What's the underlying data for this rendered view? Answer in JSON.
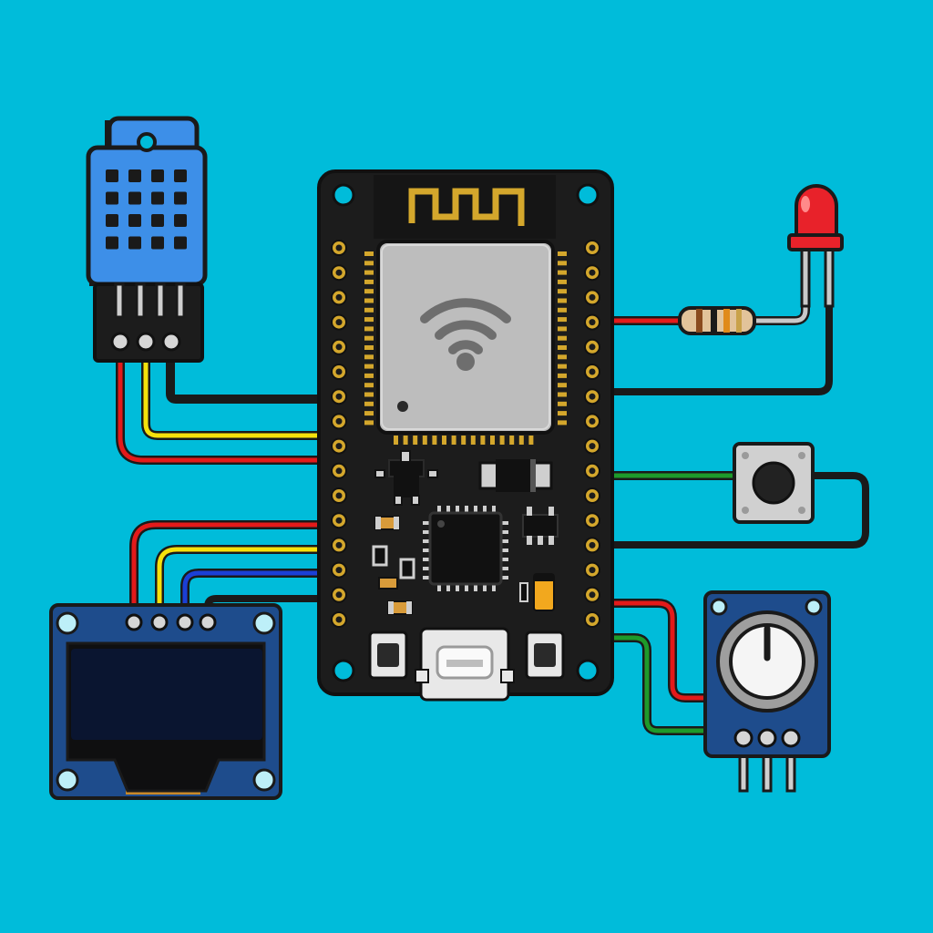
{
  "diagram": {
    "background_color": "#00BCDA",
    "outline_color": "#1A1A1A",
    "components": [
      {
        "id": "esp32-board",
        "kind": "microcontroller dev board",
        "icon": "wifi-icon",
        "module_color": "#BDBDBD",
        "pcb_color": "#1C1C1C"
      },
      {
        "id": "dht-sensor",
        "kind": "temperature/humidity sensor",
        "color": "#3D8FE8"
      },
      {
        "id": "oled-display",
        "kind": "OLED display module",
        "color": "#1E4C8C"
      },
      {
        "id": "red-led",
        "kind": "LED",
        "color": "#E8222A"
      },
      {
        "id": "resistor",
        "kind": "resistor"
      },
      {
        "id": "push-button",
        "kind": "tactile push button"
      },
      {
        "id": "potentiometer",
        "kind": "rotary potentiometer module",
        "color": "#1E4C8C"
      }
    ],
    "wire_colors": {
      "red": "#E31A1A",
      "yellow": "#F5E10C",
      "blue": "#1B3FD6",
      "black": "#1A1A1A",
      "green": "#1E9A2A"
    },
    "connections": [
      {
        "from": "dht-sensor",
        "to": "esp32-board",
        "color": "black"
      },
      {
        "from": "dht-sensor",
        "to": "esp32-board",
        "color": "yellow"
      },
      {
        "from": "dht-sensor",
        "to": "esp32-board",
        "color": "red"
      },
      {
        "from": "oled-display",
        "to": "esp32-board",
        "color": "red"
      },
      {
        "from": "oled-display",
        "to": "esp32-board",
        "color": "yellow"
      },
      {
        "from": "oled-display",
        "to": "esp32-board",
        "color": "blue"
      },
      {
        "from": "oled-display",
        "to": "esp32-board",
        "color": "black"
      },
      {
        "from": "esp32-board",
        "to": "resistor",
        "color": "red"
      },
      {
        "from": "resistor",
        "to": "red-led",
        "color": "gray"
      },
      {
        "from": "red-led",
        "to": "esp32-board",
        "color": "black"
      },
      {
        "from": "esp32-board",
        "to": "push-button",
        "color": "green"
      },
      {
        "from": "push-button",
        "to": "esp32-board",
        "color": "black"
      },
      {
        "from": "esp32-board",
        "to": "potentiometer",
        "color": "red"
      },
      {
        "from": "esp32-board",
        "to": "potentiometer",
        "color": "green"
      }
    ]
  }
}
